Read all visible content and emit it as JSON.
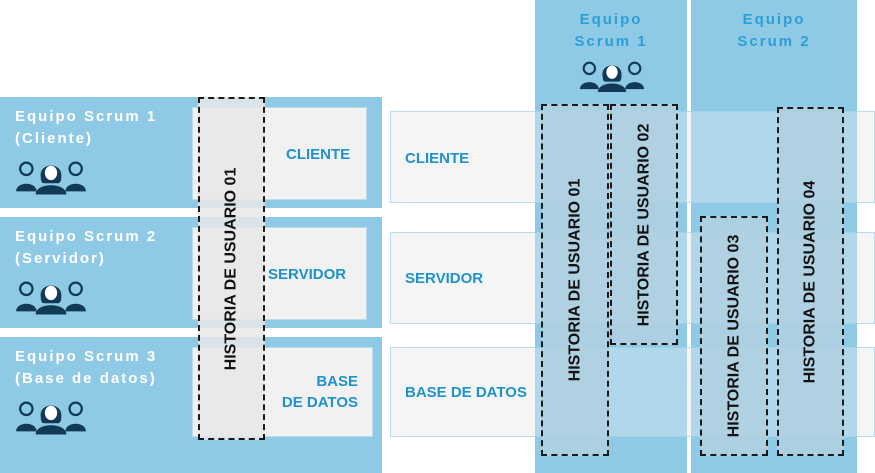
{
  "left_panel": {
    "teams": [
      {
        "name": "Equipo Scrum 1",
        "role": "(Cliente)",
        "layer": "CLIENTE"
      },
      {
        "name": "Equipo Scrum 2",
        "role": "(Servidor)",
        "layer": "SERVIDOR"
      },
      {
        "name": "Equipo Scrum 3",
        "role": "(Base de datos)",
        "layer_line1": "BASE",
        "layer_line2": "DE DATOS"
      }
    ],
    "story": "HISTORIA DE USUARIO 01"
  },
  "right_panel": {
    "columns": [
      {
        "title_line1": "Equipo",
        "title_line2": "Scrum 1"
      },
      {
        "title_line1": "Equipo",
        "title_line2": "Scrum 2"
      }
    ],
    "layers": [
      "CLIENTE",
      "SERVIDOR",
      "BASE DE DATOS"
    ],
    "stories": [
      "HISTORIA DE USUARIO 01",
      "HISTORIA DE USUARIO 02",
      "HISTORIA DE USUARIO 03",
      "HISTORIA DE USUARIO 04"
    ]
  },
  "colors": {
    "band": "#8ecae6",
    "label": "#1f93c9",
    "box": "#f1f1f1"
  },
  "icons": [
    "team-people-icon"
  ]
}
